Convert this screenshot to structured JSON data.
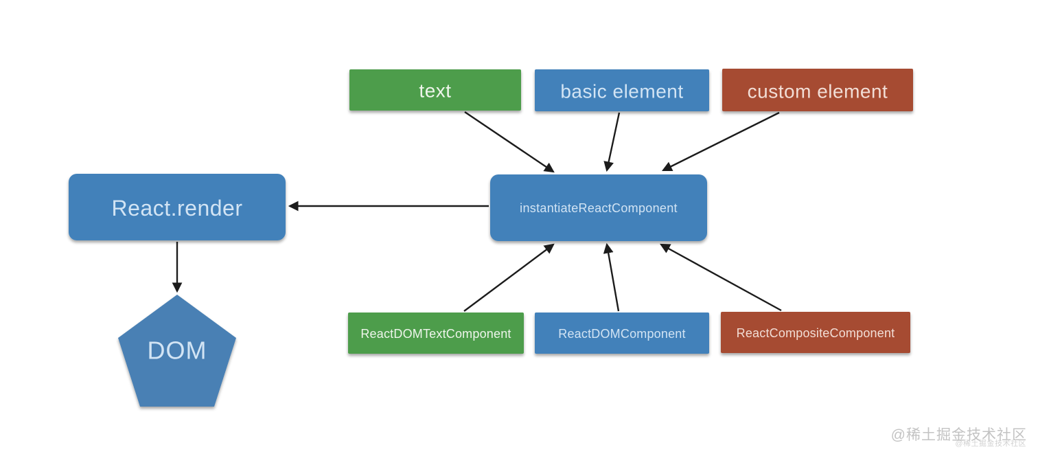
{
  "nodes": {
    "text": {
      "label": "text",
      "fill": "#4e9d4b"
    },
    "basic_element": {
      "label": "basic element",
      "fill": "#4281ba"
    },
    "custom_element": {
      "label": "custom element",
      "fill": "#a64b33"
    },
    "instantiate": {
      "label": "instantiateReactComponent",
      "fill": "#4281ba"
    },
    "react_render": {
      "label": "React.render",
      "fill": "#4281ba"
    },
    "dom": {
      "label": "DOM",
      "fill": "#4a80b4"
    },
    "react_dom_text_component": {
      "label": "ReactDOMTextComponent",
      "fill": "#4e9d4b"
    },
    "react_dom_component": {
      "label": "ReactDOMComponent",
      "fill": "#4281ba"
    },
    "react_composite_component": {
      "label": "ReactCompositeComponent",
      "fill": "#a64b33"
    }
  },
  "edges": [
    {
      "from": "text",
      "to": "instantiateReactComponent"
    },
    {
      "from": "basic element",
      "to": "instantiateReactComponent"
    },
    {
      "from": "custom element",
      "to": "instantiateReactComponent"
    },
    {
      "from": "instantiateReactComponent",
      "to": "React.render"
    },
    {
      "from": "React.render",
      "to": "DOM"
    },
    {
      "from": "ReactDOMTextComponent",
      "to": "instantiateReactComponent"
    },
    {
      "from": "ReactDOMComponent",
      "to": "instantiateReactComponent"
    },
    {
      "from": "ReactCompositeComponent",
      "to": "instantiateReactComponent"
    }
  ],
  "watermark": {
    "text": "@稀土掘金技术社区",
    "small_text": "@稀土掘金技术社区"
  },
  "colors": {
    "green": "#4e9d4b",
    "blue": "#4281ba",
    "red": "#a64b33",
    "arrow": "#1c1c1c",
    "background": "#ffffff"
  }
}
